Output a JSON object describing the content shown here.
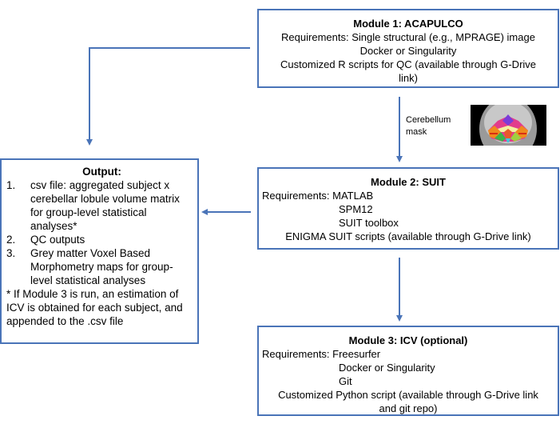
{
  "module1": {
    "title": "Module 1: ACAPULCO",
    "lines": [
      "Requirements: Single structural (e.g., MPRAGE) image",
      "Docker or Singularity",
      "Customized R scripts for QC (available through G-Drive",
      "link)"
    ]
  },
  "connector": {
    "label_line1": "Cerebellum",
    "label_line2": "mask",
    "image": "cerebellum-segmentation-mri"
  },
  "module2": {
    "title": "Module 2: SUIT",
    "lines": [
      "Requirements: MATLAB",
      "SPM12",
      "SUIT toolbox",
      "ENIGMA SUIT scripts (available through G-Drive link)"
    ]
  },
  "module3": {
    "title": "Module 3: ICV (optional)",
    "lines": [
      "Requirements: Freesurfer",
      "Docker or Singularity",
      "Git",
      "Customized Python script (available through G-Drive link",
      "and git repo)"
    ]
  },
  "output": {
    "title": "Output:",
    "items": [
      {
        "num": "1.",
        "text": "csv file: aggregated subject x cerebellar lobule volume matrix for group-level statistical analyses*"
      },
      {
        "num": "2.",
        "text": "QC outputs"
      },
      {
        "num": "3.",
        "text": "Grey matter Voxel Based Morphometry maps for group-level statistical analyses"
      }
    ],
    "note": "* If Module 3 is run, an estimation of ICV is obtained for each subject, and appended to the .csv file"
  },
  "colors": {
    "border": "#4a74b8",
    "arrow": "#4a74b8"
  }
}
